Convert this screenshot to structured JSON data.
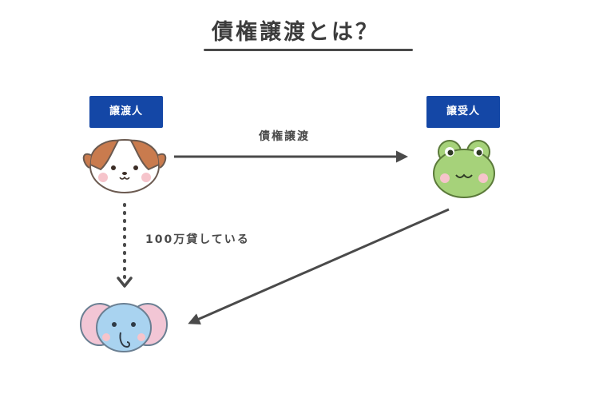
{
  "title": "債権譲渡とは？",
  "nodes": {
    "transferor": {
      "label": "譲渡人",
      "icon": "dog-face-icon"
    },
    "transferee": {
      "label": "譲受人",
      "icon": "frog-face-icon"
    },
    "debtor": {
      "icon": "elephant-face-icon"
    }
  },
  "edges": {
    "transfer": {
      "label": "債権譲渡"
    },
    "loan": {
      "label": "100万貸している"
    }
  },
  "colors": {
    "badge": "#1447a6",
    "arrow": "#4a4a4a",
    "frog": "#a6d27a",
    "elephant": "#a9d3f0",
    "dog_patch": "#c97b4e"
  }
}
